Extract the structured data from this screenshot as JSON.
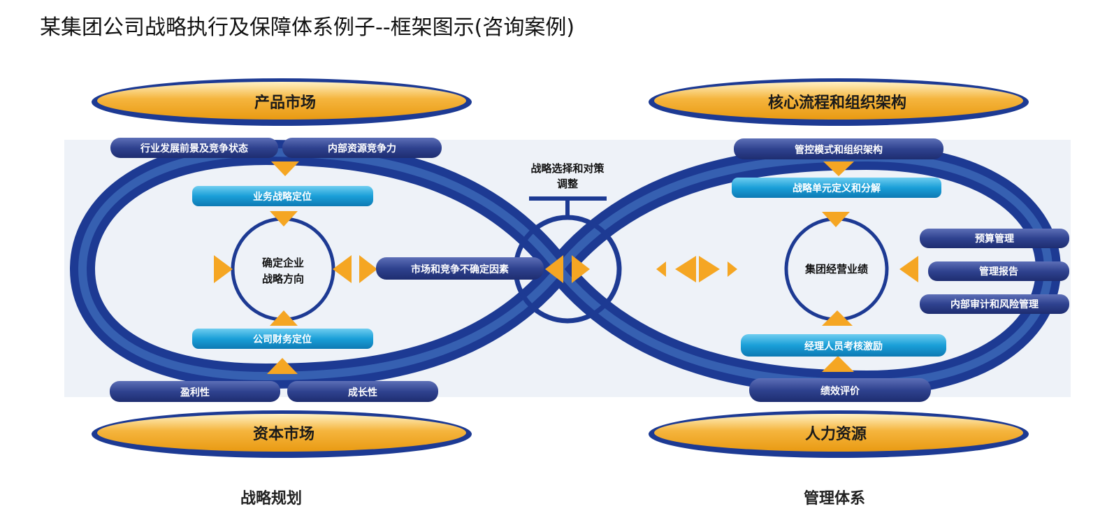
{
  "title": "某集团公司战略执行及保障体系例子--框架图示(咨询案例)",
  "ovals": {
    "top_left": "产品市场",
    "top_right": "核心流程和组织架构",
    "bottom_left": "资本市场",
    "bottom_right": "人力资源"
  },
  "left": {
    "top_pills": [
      "行业发展前景及竞争状态",
      "内部资源竞争力"
    ],
    "upper_box": "业务战略定位",
    "center": [
      "确定企业",
      "战略方向"
    ],
    "lower_box": "公司财务定位",
    "bottom_pills": [
      "盈利性",
      "成长性"
    ],
    "side_pill": "市场和竞争不确定因素"
  },
  "center": {
    "label": [
      "战略选择和对策",
      "调整"
    ]
  },
  "right": {
    "top_pill": "管控模式和组织架构",
    "upper_box": "战略单元定义和分解",
    "center": "集团经营业绩",
    "lower_box": "经理人员考核激励",
    "bottom_pill": "绩效评价",
    "side_pills": [
      "预算管理",
      "管理报告",
      "内部审计和风险管理"
    ]
  },
  "footer": {
    "left": "战略规划",
    "right": "管理体系"
  },
  "colors": {
    "band_dark": "#1d3a93",
    "band_light": "#3f6fc0",
    "pill_navy": "#2c3f8c",
    "pill_cyan": "#1aa0d8",
    "arrow_orange": "#f5a623",
    "oval_gold": "#f3b23b",
    "background_panel": "#eef2f8"
  }
}
